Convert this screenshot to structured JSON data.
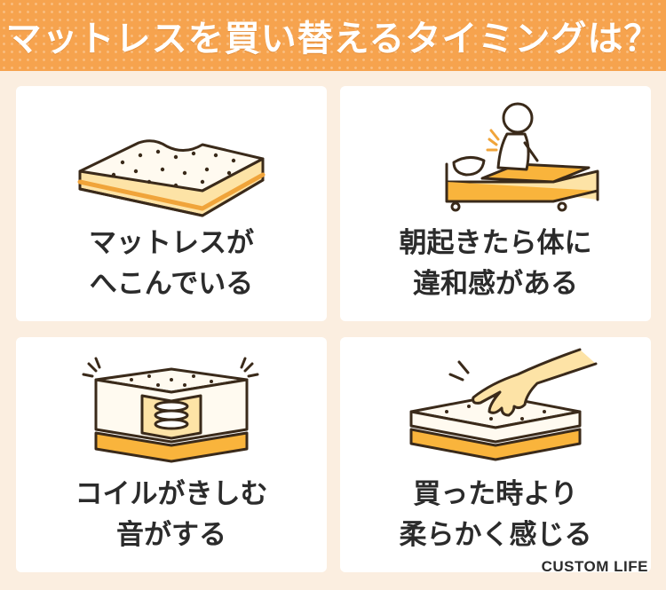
{
  "header": {
    "title": "マットレスを買い替えるタイミングは？"
  },
  "cards": [
    {
      "line1": "マットレスが",
      "line2": "へこんでいる",
      "icon": "sagging-mattress-icon"
    },
    {
      "line1": "朝起きたら体に",
      "line2": "違和感がある",
      "icon": "person-back-pain-icon"
    },
    {
      "line1": "コイルがきしむ",
      "line2": "音がする",
      "icon": "coil-spring-mattress-icon"
    },
    {
      "line1": "買った時より",
      "line2": "柔らかく感じる",
      "icon": "hand-pressing-mattress-icon"
    }
  ],
  "brand": {
    "logo_text": "CUSTOM LIFE"
  },
  "colors": {
    "header": "#f6a34e",
    "background": "#fbeee0",
    "card": "#ffffff",
    "accent": "#f9b43c",
    "text": "#2b2b2b"
  }
}
